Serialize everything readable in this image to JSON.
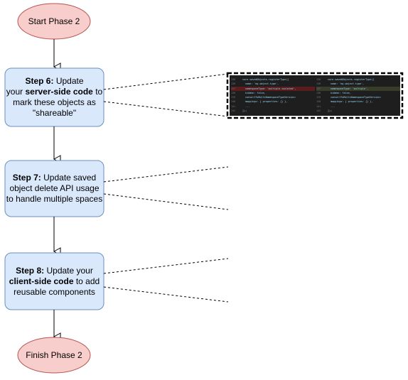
{
  "nodes": {
    "start": "Start Phase 2",
    "finish": "Finish Phase 2",
    "step6": {
      "prefix": "Step 6:",
      "text1": " Update",
      "text2": "your ",
      "bold": "server-side code",
      "text3": " to",
      "text4": "mark these objects as",
      "text5": "\"shareable\""
    },
    "step7": {
      "prefix": "Step 7:",
      "text1": " Update saved",
      "text2": "object delete API usage",
      "text3": "to handle multiple spaces"
    },
    "step8": {
      "prefix": "Step 8:",
      "text1": " Update your",
      "bold": "client-side code",
      "text2": " to add",
      "text3": "reusable components"
    }
  },
  "code_snippet": {
    "left": [
      {
        "ln": "136",
        "code": "core.savedObjects.registerType({",
        "state": "normal"
      },
      {
        "ln": "136",
        "code": "  name: 'my-object-type',",
        "state": "normal"
      },
      {
        "ln": "137",
        "code": "  namespaceType: 'multiple-isolated',",
        "state": "removed"
      },
      {
        "ln": "138",
        "code": "  hidden: false,",
        "state": "normal"
      },
      {
        "ln": "139",
        "code": "  convertToMultiNamespaceTypeVersion:",
        "state": "normal"
      },
      {
        "ln": "140",
        "code": "  mappings: { properties: {} },",
        "state": "normal"
      },
      {
        "ln": "141",
        "code": "  ...",
        "state": "normal"
      },
      {
        "ln": "142",
        "code": "});",
        "state": "normal"
      }
    ],
    "right": [
      {
        "ln": "136",
        "code": "core.savedObjects.registerType({",
        "state": "normal"
      },
      {
        "ln": "136",
        "code": "  name: 'my-object-type',",
        "state": "normal"
      },
      {
        "ln": "137",
        "code": "  namespaceType: 'multiple',",
        "state": "added"
      },
      {
        "ln": "138",
        "code": "  hidden: false,",
        "state": "normal"
      },
      {
        "ln": "139",
        "code": "  convertToMultiNamespaceTypeVersion:",
        "state": "normal"
      },
      {
        "ln": "140",
        "code": "  mappings: { properties: {} },",
        "state": "normal"
      },
      {
        "ln": "141",
        "code": "  ...",
        "state": "normal"
      },
      {
        "ln": "142",
        "code": "});",
        "state": "normal"
      }
    ]
  },
  "colors": {
    "terminal_fill": "#f8cecc",
    "terminal_stroke": "#b85450",
    "step_fill": "#dae8fc",
    "step_stroke": "#6c8ebf",
    "line": "#000000"
  }
}
